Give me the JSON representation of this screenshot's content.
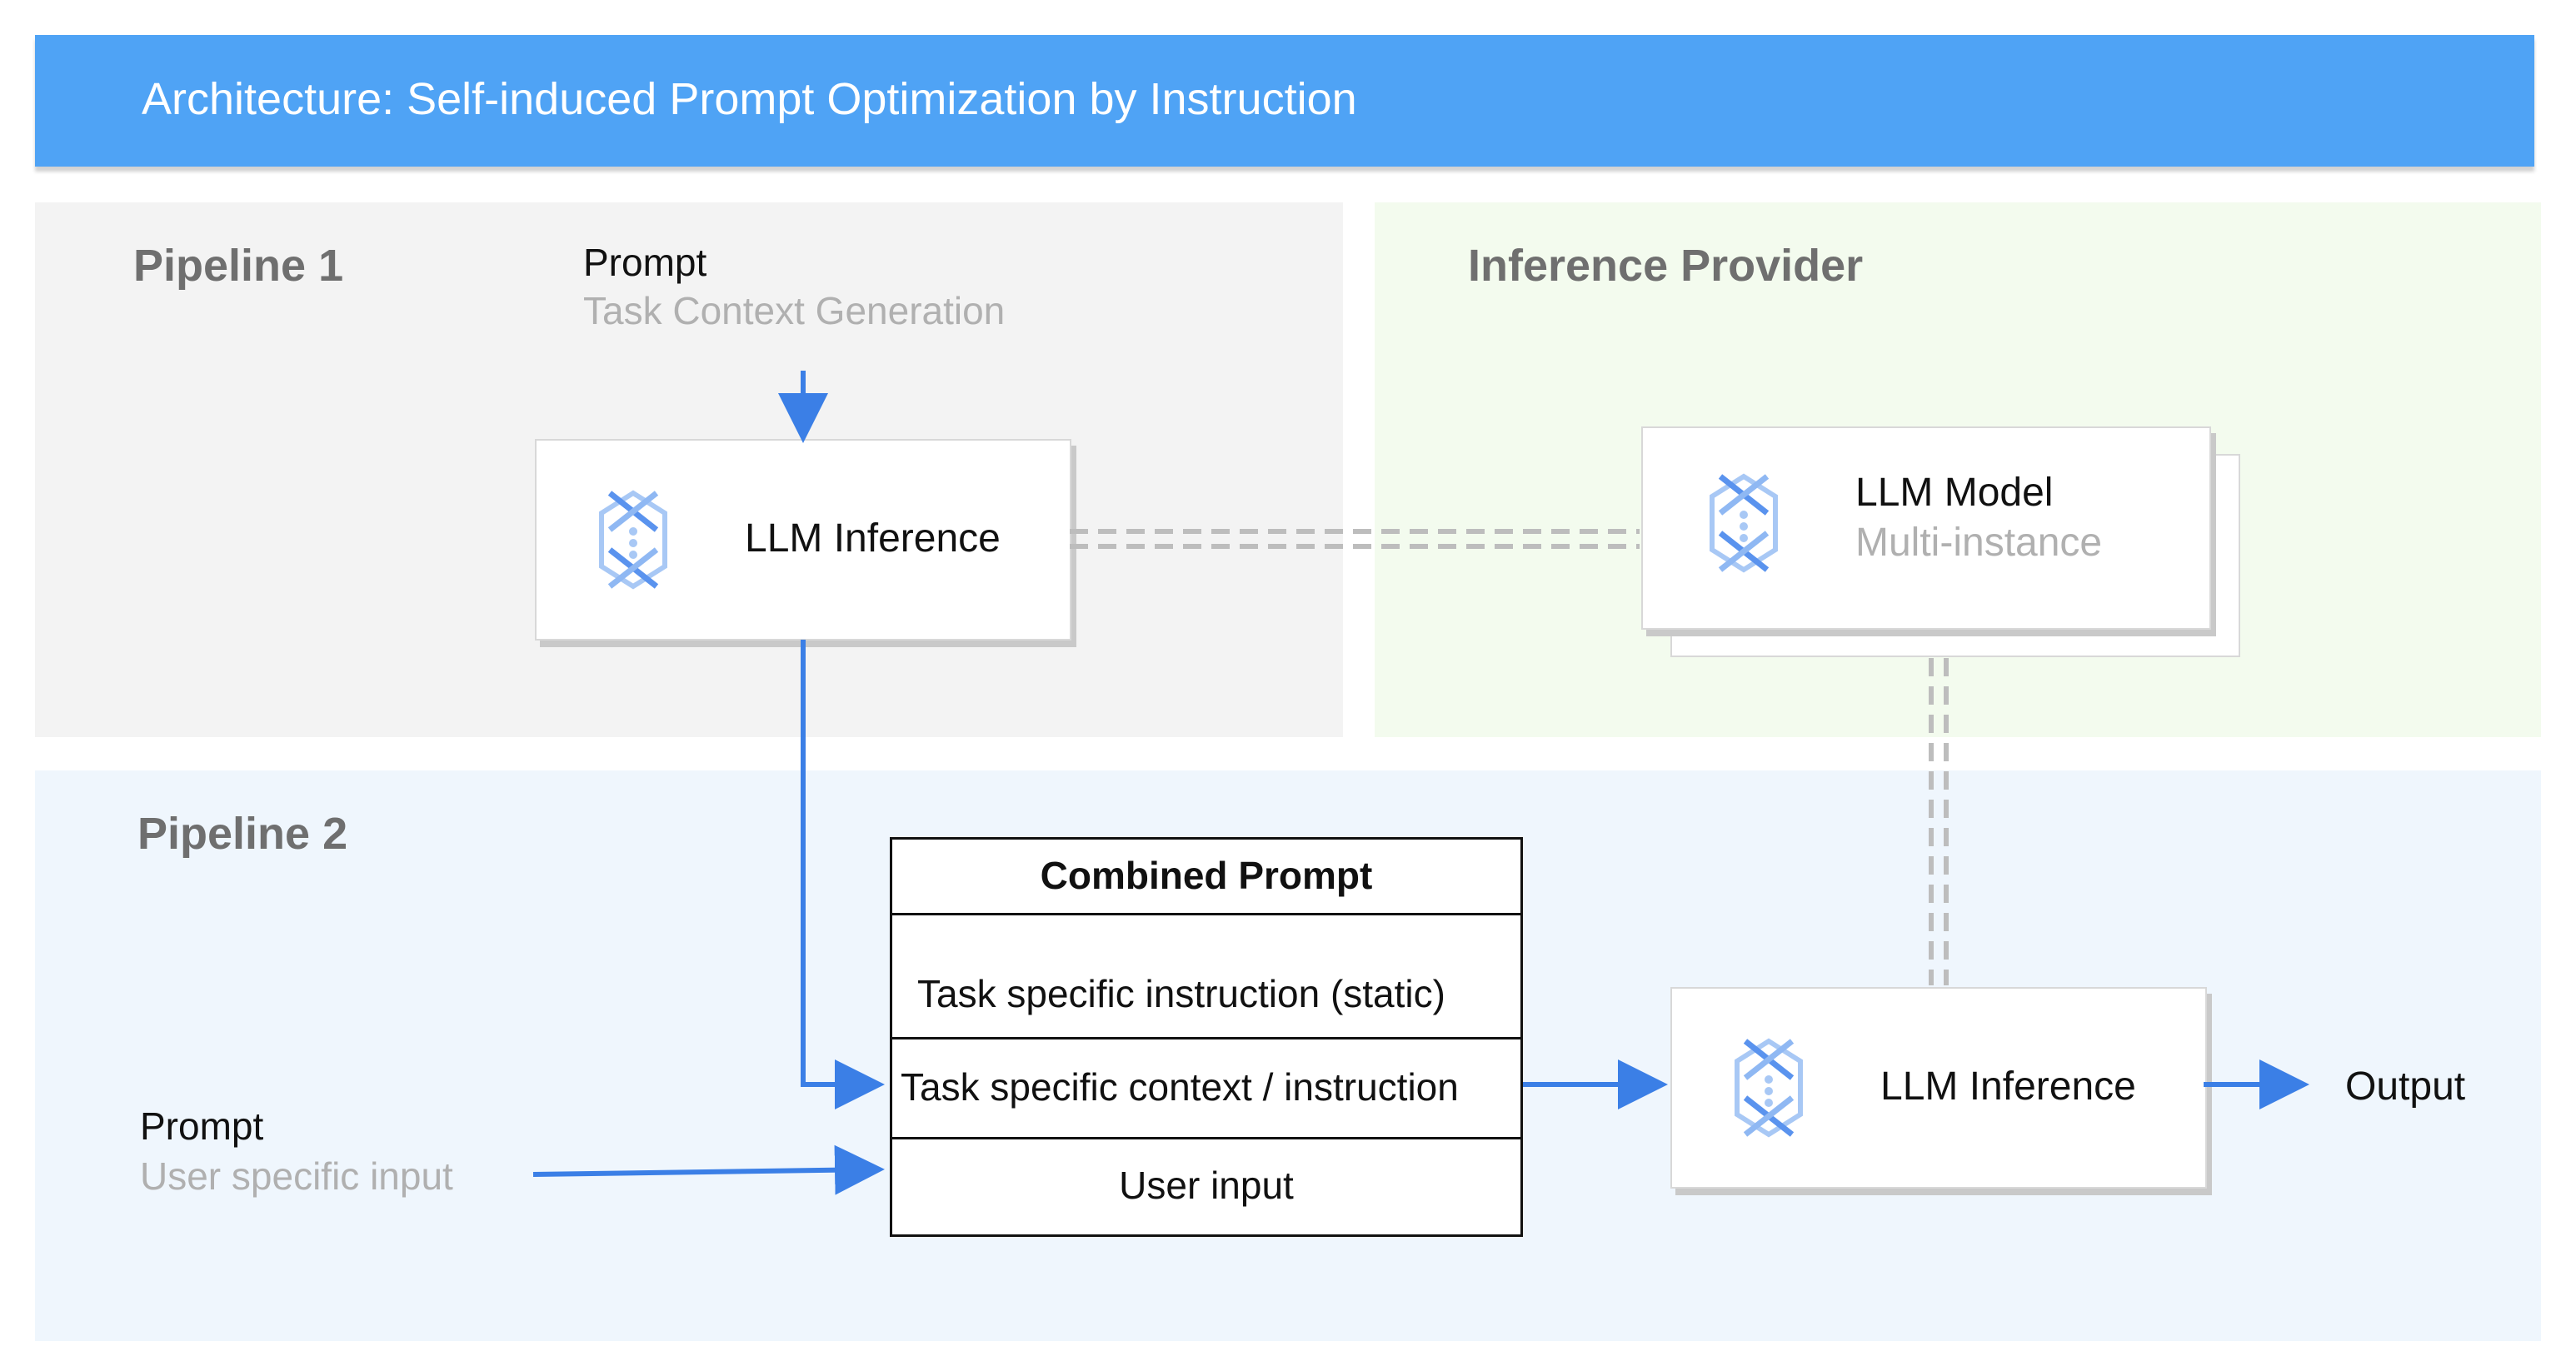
{
  "header": {
    "title": "Architecture: Self-induced Prompt Optimization by Instruction"
  },
  "colors": {
    "accent": "#4fa3f5",
    "arrow": "#3b7fe6",
    "dashed": "#bdbdbd",
    "pipeline1_bg": "#f3f3f3",
    "provider_bg": "#f3fbee",
    "pipeline2_bg": "#eff6fd"
  },
  "pipeline1": {
    "title": "Pipeline 1",
    "prompt_label": "Prompt",
    "prompt_sub": "Task Context Generation",
    "inference_label": "LLM Inference",
    "icon": "ai-platform-icon"
  },
  "provider": {
    "title": "Inference Provider",
    "model_label": "LLM Model",
    "model_sub": "Multi-instance",
    "icon": "ai-platform-icon"
  },
  "pipeline2": {
    "title": "Pipeline 2",
    "prompt_label": "Prompt",
    "prompt_sub": "User specific input",
    "combined": {
      "header": "Combined Prompt",
      "rows": [
        "Task specific instruction (static)",
        "Task specific context / instruction",
        "User input"
      ]
    },
    "inference_label": "LLM Inference",
    "output_label": "Output",
    "icon": "ai-platform-icon"
  }
}
